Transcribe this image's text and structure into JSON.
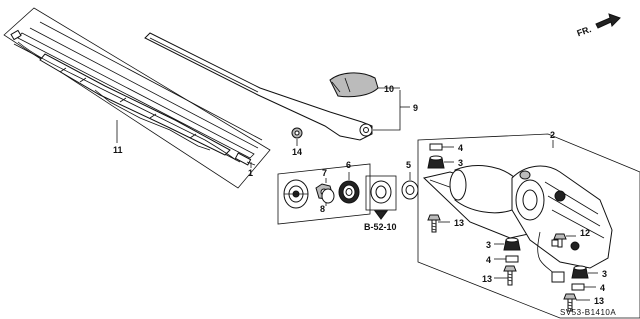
{
  "labels": {
    "p1": "1",
    "p2": "2",
    "p3a": "3",
    "p3b": "3",
    "p3c": "3",
    "p4a": "4",
    "p4b": "4",
    "p4c": "4",
    "p5": "5",
    "p6": "6",
    "p7": "7",
    "p8": "8",
    "p9": "9",
    "p10": "10",
    "p11": "11",
    "p12": "12",
    "p13a": "13",
    "p13b": "13",
    "p13c": "13",
    "p14": "14"
  },
  "ref": "B-52-10",
  "direction": "FR.",
  "diagram_code": "SV53-B1410A",
  "icons": [
    "front-arrow-icon",
    "ref-arrow-icon"
  ]
}
